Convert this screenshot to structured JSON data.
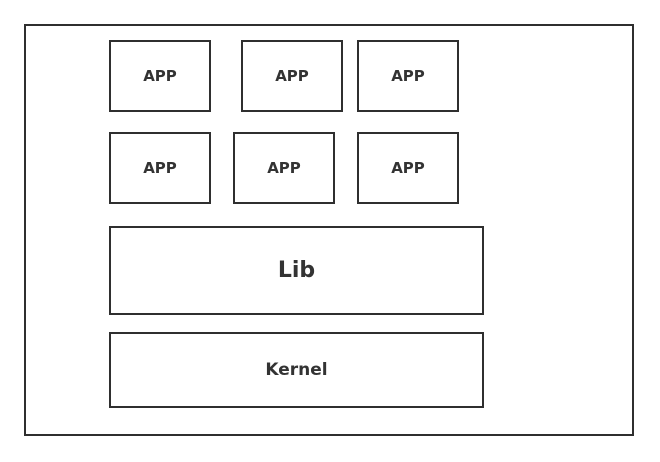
{
  "diagram": {
    "apps": [
      {
        "label": "APP"
      },
      {
        "label": "APP"
      },
      {
        "label": "APP"
      },
      {
        "label": "APP"
      },
      {
        "label": "APP"
      },
      {
        "label": "APP"
      }
    ],
    "lib": {
      "label": "Lib"
    },
    "kernel": {
      "label": "Kernel"
    }
  },
  "colors": {
    "border": "#2f2f2f",
    "text": "#333333",
    "background": "#ffffff"
  }
}
